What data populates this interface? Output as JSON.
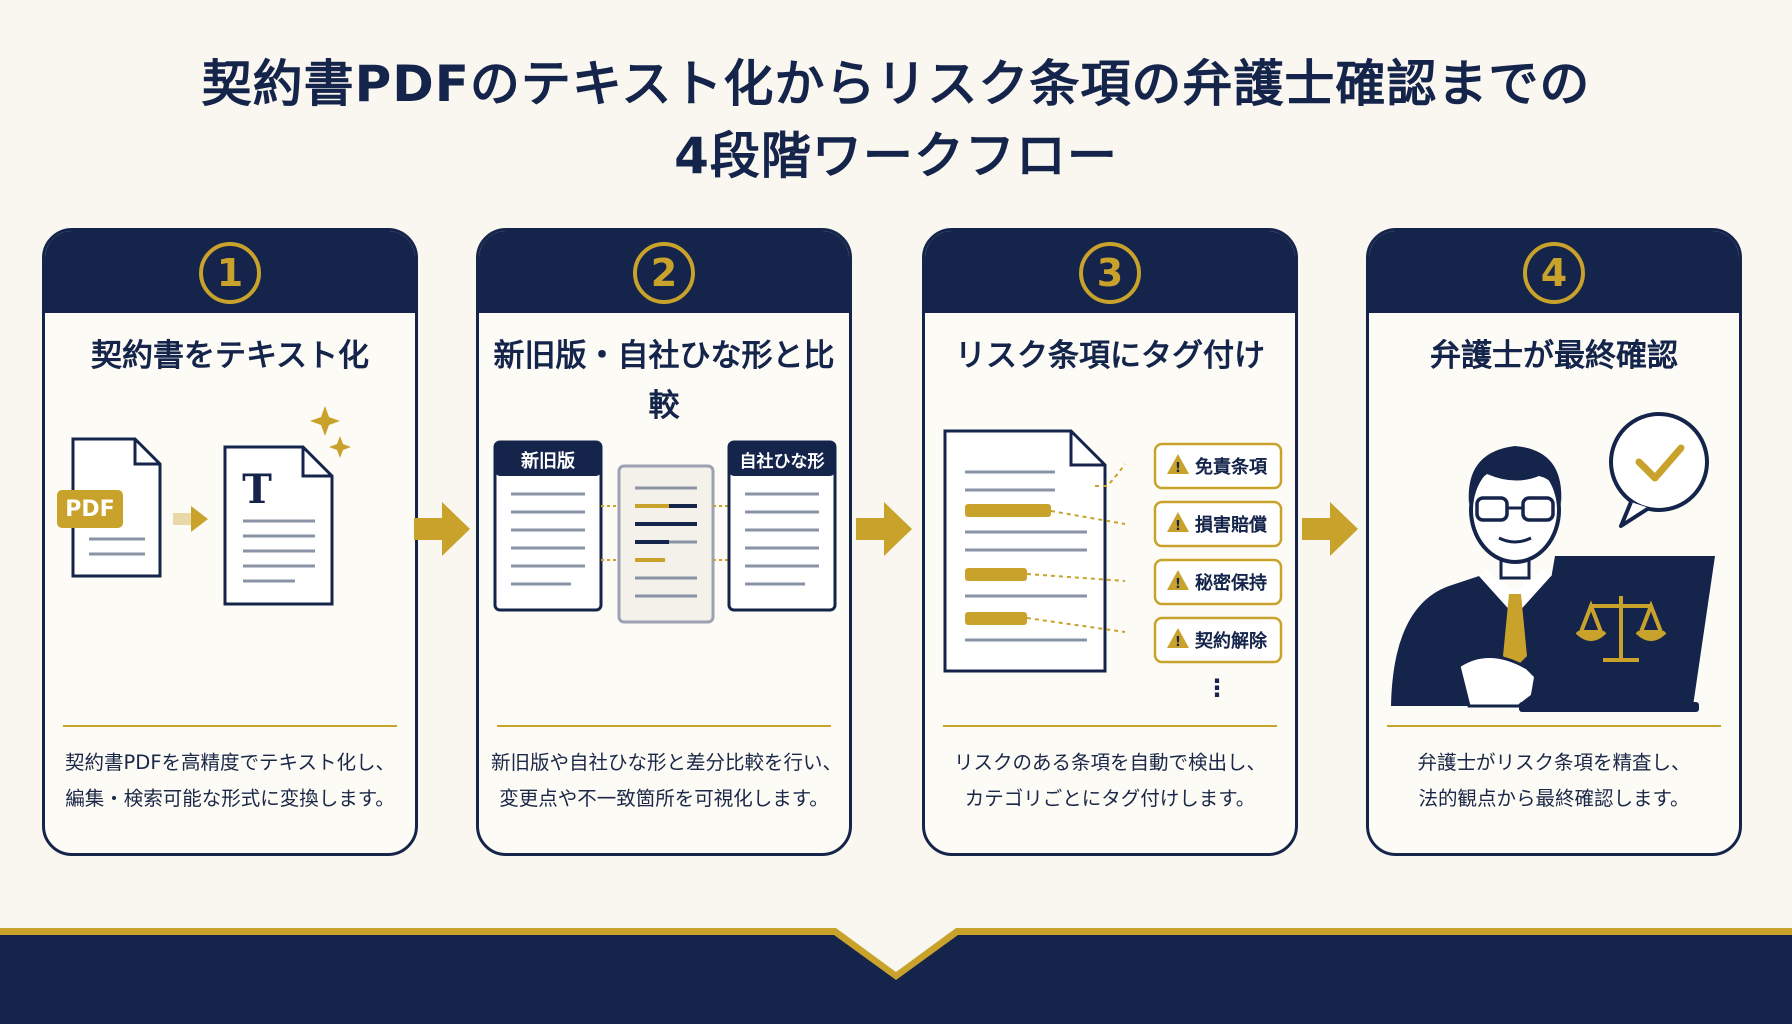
{
  "title": {
    "line1": "契約書PDFのテキスト化からリスク条項の弁護士確認までの",
    "line2": "4段階ワークフロー"
  },
  "colors": {
    "navy": "#14244a",
    "gold": "#c9a22c",
    "background": "#faf7f0",
    "gray_line": "#8a93a6"
  },
  "steps": [
    {
      "number": "1",
      "title": "契約書をテキスト化",
      "desc_line1": "契約書PDFを高精度でテキスト化し、",
      "desc_line2": "編集・検索可能な形式に変換します。",
      "art": {
        "pdf_label": "PDF",
        "text_glyph": "T"
      }
    },
    {
      "number": "2",
      "title": "新旧版・自社ひな形と比較",
      "desc_line1": "新旧版や自社ひな形と差分比較を行い、",
      "desc_line2": "変更点や不一致箇所を可視化します。",
      "art": {
        "left_label": "新旧版",
        "right_label": "自社ひな形"
      }
    },
    {
      "number": "3",
      "title": "リスク条項にタグ付け",
      "desc_line1": "リスクのある条項を自動で検出し、",
      "desc_line2": "カテゴリごとにタグ付けします。",
      "art": {
        "tags": [
          "免責条項",
          "損害賠償",
          "秘密保持",
          "契約解除"
        ],
        "more": "⋮"
      }
    },
    {
      "number": "4",
      "title": "弁護士が最終確認",
      "desc_line1": "弁護士がリスク条項を精査し、",
      "desc_line2": "法的観点から最終確認します。"
    }
  ]
}
